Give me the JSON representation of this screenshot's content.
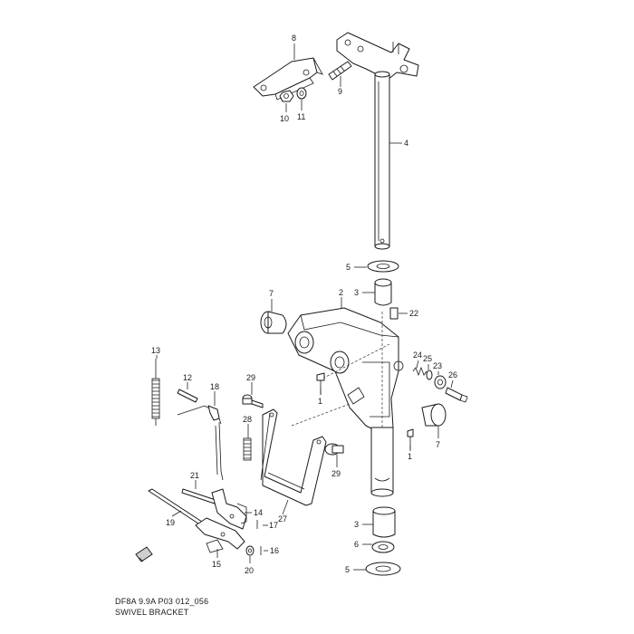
{
  "diagram": {
    "code": "DF8A 9.9A P03 012_056",
    "title": "SWIVEL BRACKET",
    "callouts": {
      "c1a": "1",
      "c1b": "1",
      "c2": "2",
      "c3a": "3",
      "c3b": "3",
      "c4": "4",
      "c5a": "5",
      "c5b": "5",
      "c6": "6",
      "c7a": "7",
      "c7b": "7",
      "c8": "8",
      "c9": "9",
      "c10": "10",
      "c11": "11",
      "c12": "12",
      "c13": "13",
      "c14": "14",
      "c15": "15",
      "c16": "16",
      "c17": "17",
      "c18": "18",
      "c19": "19",
      "c20": "20",
      "c21": "21",
      "c22": "22",
      "c23": "23",
      "c24": "24",
      "c25": "25",
      "c26": "26",
      "c27": "27",
      "c28": "28",
      "c29a": "29",
      "c29b": "29"
    }
  }
}
